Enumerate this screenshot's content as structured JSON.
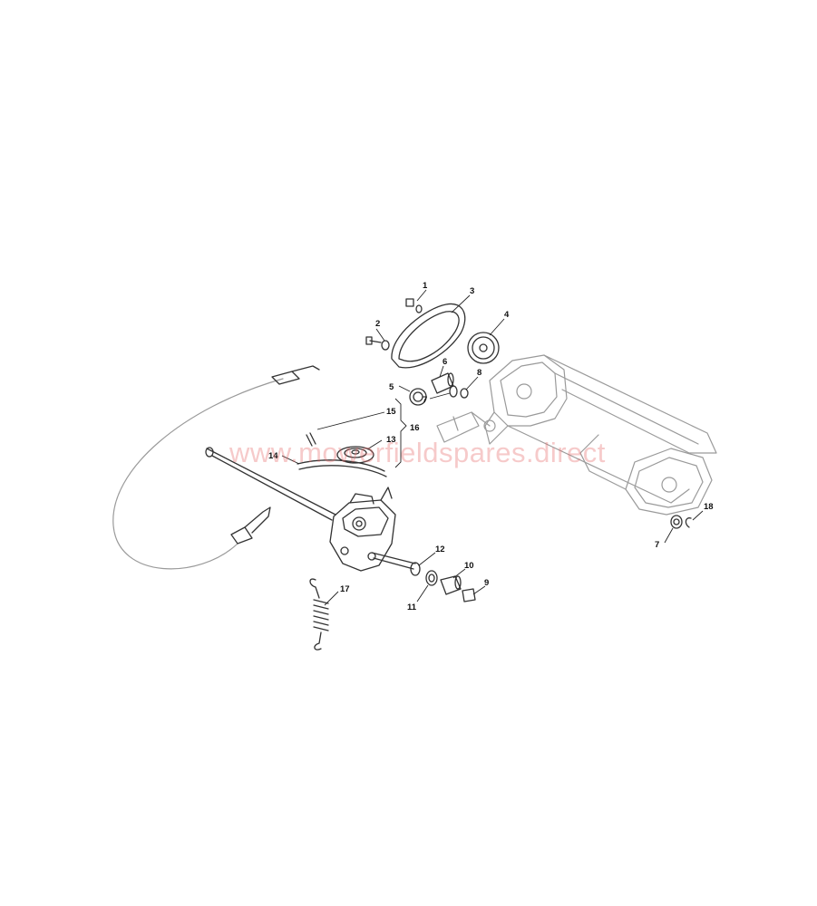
{
  "watermark": "www.mowerfieldspares.direct",
  "callouts": {
    "c1": "1",
    "c2": "2",
    "c3": "3",
    "c4": "4",
    "c5": "5",
    "c6": "6",
    "c7a": "7",
    "c7b": "7",
    "c8": "8",
    "c9": "9",
    "c10": "10",
    "c11": "11",
    "c12": "12",
    "c13": "13",
    "c14": "14",
    "c15": "15",
    "c16": "16",
    "c17": "17",
    "c18": "18"
  },
  "colors": {
    "line": "#333333",
    "frame": "#9a9a9a",
    "watermark": "#e86a6a"
  }
}
